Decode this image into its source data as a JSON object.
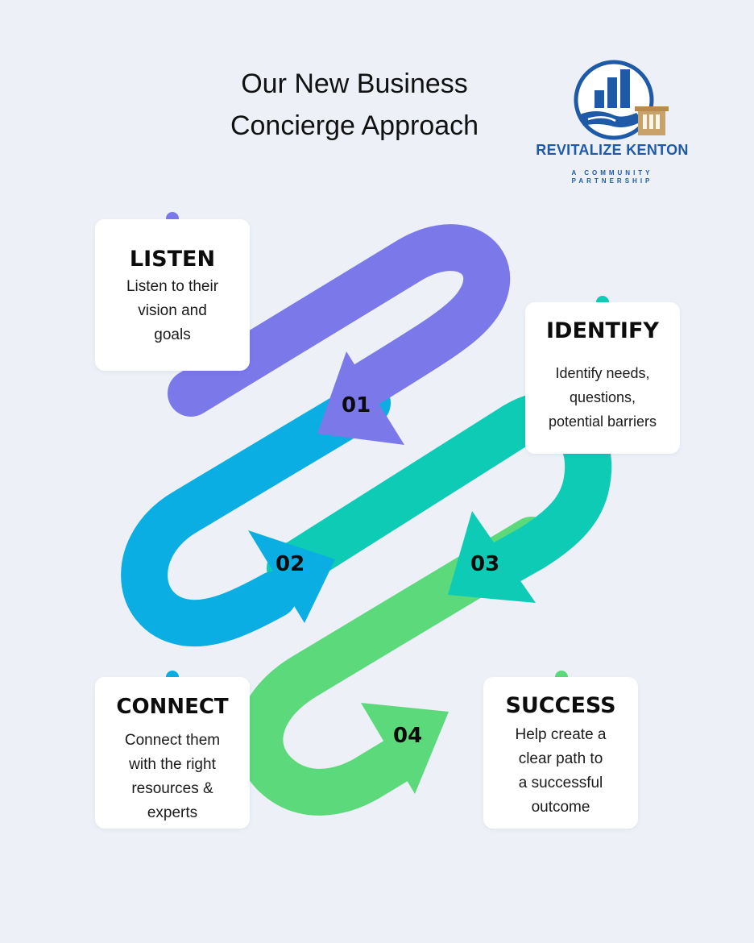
{
  "title": [
    "Our New Business",
    "Concierge Approach"
  ],
  "logo": {
    "name": "REVITALIZE KENTON",
    "tagline": "A COMMUNITY PARTNERSHIP"
  },
  "colors": {
    "listen": "#7b78ea",
    "connect": "#0aaee3",
    "identify": "#0ecbb6",
    "success": "#5cd97a",
    "background": "#edf1f7",
    "logo_blue": "#1f5aa8"
  },
  "steps": [
    {
      "number": "01",
      "title": "LISTEN",
      "lines": [
        "Listen to their",
        "vision and",
        "goals"
      ]
    },
    {
      "number": "02",
      "title": "IDENTIFY",
      "lines": [
        "Identify needs,",
        "questions,",
        "potential barriers"
      ]
    },
    {
      "number": "03",
      "title": "CONNECT",
      "lines": [
        "Connect them",
        "with the right",
        "resources &",
        "experts"
      ]
    },
    {
      "number": "04",
      "title": "SUCCESS",
      "lines": [
        "Help create a",
        "clear path to",
        "a successful",
        "outcome"
      ]
    }
  ]
}
